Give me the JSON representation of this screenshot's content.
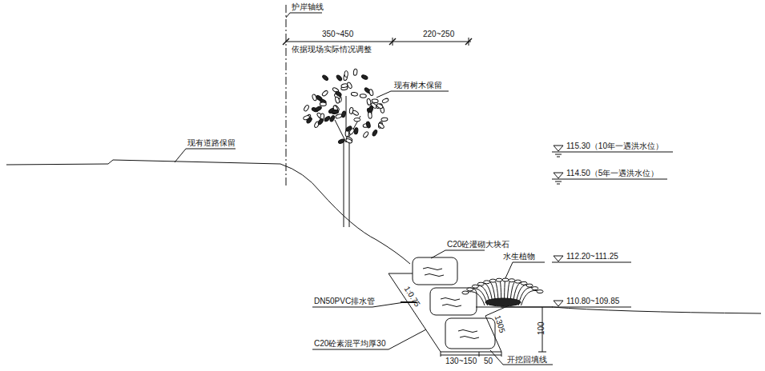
{
  "diagram": {
    "labels": [
      "护岸轴线",
      "350~450",
      "220~250",
      "依据现场实际情况调整",
      "现有树木保留",
      "现有道路保留",
      "115.30（10年一遇洪水位）",
      "114.50（5年一遇洪水位）",
      "C20砼灌砌大块石",
      "水生植物",
      "112.20~111.25",
      "DN50PVC排水管",
      "110.80~109.85",
      "1:0.75",
      "100",
      "1305",
      "C20砼素混平均厚30",
      "130~150",
      "50",
      "开挖回填线"
    ]
  }
}
